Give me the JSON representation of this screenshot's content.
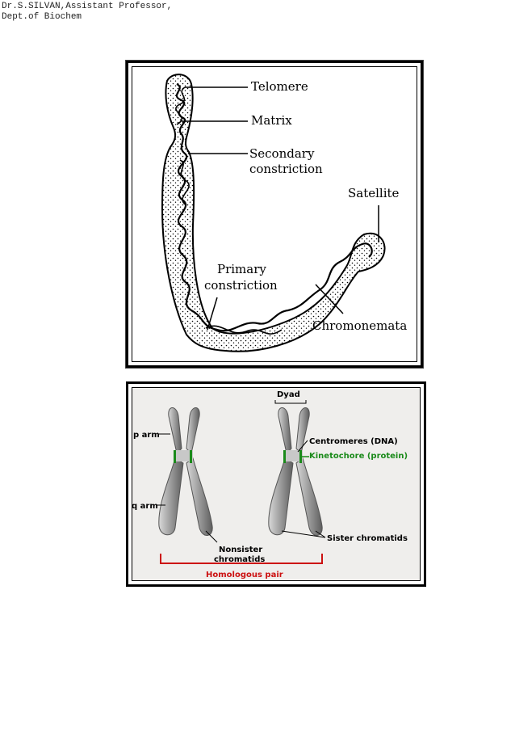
{
  "header": {
    "line1": "Dr.S.SILVAN,Assistant Professor,",
    "line2": "Dept.of Biochem"
  },
  "diagram1": {
    "labels": {
      "telomere": "Telomere",
      "matrix": "Matrix",
      "secondary_line1": "Secondary",
      "secondary_line2": "constriction",
      "satellite": "Satellite",
      "primary_line1": "Primary",
      "primary_line2": "constriction",
      "chromonemata": "Chromonemata"
    }
  },
  "diagram2": {
    "labels": {
      "dyad": "Dyad",
      "p_arm": "p arm",
      "q_arm": "q arm",
      "centromeres": "Centromeres (DNA)",
      "kinetochore": "Kinetochore (protein)",
      "nonsister_line1": "Nonsister",
      "nonsister_line2": "chromatids",
      "sister": "Sister chromatids",
      "homologous": "Homologous pair"
    },
    "colors": {
      "kinetochore": "#1a8a1a",
      "homologous": "#cc1111",
      "chromosome_fill": "#9a9a9a"
    }
  }
}
